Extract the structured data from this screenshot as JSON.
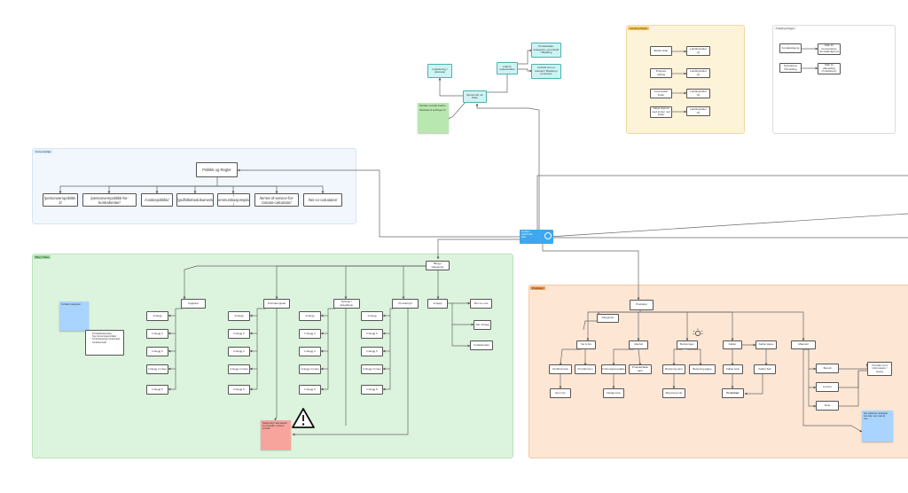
{
  "frames": {
    "landing": "Landing Pages",
    "tracking": "Tracking Pages",
    "central": "Core overlap",
    "blog": "Blog / Data",
    "products": "Produkter"
  },
  "top_cluster": {
    "root": "Gjennomb. av linker",
    "left_child": "Indeksering / sitemaps",
    "right_child": "Interne lenkestruktur",
    "rr_top": "Produktsider, kategorier, og innhold i Blokking",
    "rr_bottom": "Innhold som er relevant i Blokking i prosesser",
    "sticky_lines": [
      "Samtale med alle brukere",
      "Resultater & endringer for"
    ],
    "sticky_foot": "..."
  },
  "landing_pages": {
    "left": [
      "Ekstra sider",
      "Program trading",
      "Leverandør finder",
      "Salgs skjema med lenker mot folder"
    ],
    "right": [
      "Landingssider (1)",
      "Landingssider (2)",
      "Landingssider (3)",
      "Landingssider (4)"
    ]
  },
  "tracking_pages": {
    "left": [
      "Kontaktskjema",
      "Nyhetsbrev Påmelding"
    ],
    "right": [
      "Takk for henvendelse (Kontaktskjema)",
      "Takk for påmelding (nyhetsbrev)"
    ]
  },
  "central": {
    "root": "Politikk og Regler",
    "children": [
      "/personvernpolitikk-2/",
      "/personvernpolitikk-for-kontrahenter/",
      "/cookiepolitikk/",
      "/godfolkebedokument/",
      "/ kommunikasjonsplan /",
      "/terms-of-service-for-tomato-calculator/",
      "/tos-cc-calculator/"
    ]
  },
  "hub": {
    "line1": "Forsiden",
    "line2": "lenke til alle",
    "line3": "sider"
  },
  "blog": {
    "root": "Blogg / Kategorier",
    "categories": [
      "Fagtekst",
      "Forbrukerguide",
      "Nyheter / aktualiteter",
      "Produktnytt",
      "Innkjøp"
    ],
    "col_items": [
      "Innlegg",
      "Innlegg 2",
      "Innlegg 3",
      "Innlegg 4 (vise)",
      "Innlegg 5"
    ],
    "right_items": [
      "Mer om oss",
      "Alle innlegg",
      "Forfattersider"
    ],
    "sticky_blue": "Forfatter kategorier",
    "list_items": [
      "Produktbeskrivelse",
      "Nye forretningsområder",
      "Forbruksdesign beskrivelse",
      "Kundekontakt"
    ],
    "sticky_red": "Nødvendig / ikke aktuell for nettsider, vurderer innhold",
    "warning_icon": "warning-triangle-icon"
  },
  "products": {
    "root": "Produkter",
    "level1": "Kategorier",
    "groups": [
      "Vei & bru",
      "Alkohol",
      "Belysninger",
      "Kabler",
      "Materiell"
    ],
    "sub_items": [
      "Verdibolt lønn",
      "Produkt lønn",
      "Informasjonspakke",
      "Produktpakke lønn",
      "Belysning lønn",
      "Belysning kjøpe",
      "Kabler lønn",
      "Kabler kjøpe",
      "Kabler flatt"
    ],
    "low_items": [
      "Enn info",
      "Utsalgs lønn",
      "Belysning info",
      "Produkter"
    ],
    "right_items": [
      "Beredt",
      "Leverer",
      "Siste"
    ],
    "right_end": "Produkt med informasjon / lesing",
    "sticky_blue": "Det etablerte nettstedet har sider som skal få mer...",
    "bulb_icon": "lightbulb-icon"
  }
}
